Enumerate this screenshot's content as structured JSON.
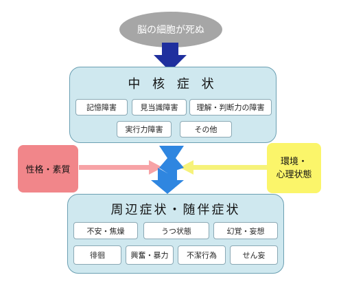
{
  "top_node": {
    "label": "脳の細胞が死ぬ"
  },
  "core_symptoms": {
    "title": "中 核 症 状",
    "items": [
      "記憶障害",
      "見当識障害",
      "理解・判断力の障害",
      "実行力障害",
      "その他"
    ]
  },
  "influences": {
    "left": {
      "label": "性格・素質"
    },
    "right": {
      "line1": "環境・",
      "line2": "心理状態"
    }
  },
  "bpsd": {
    "title": "周辺症状・随伴症状",
    "items": [
      "不安・焦燥",
      "うつ状態",
      "幻覚・妄想",
      "徘徊",
      "興奮・暴力",
      "不潔行為",
      "せん妄"
    ]
  },
  "colors": {
    "oval": "#a6a6a6",
    "down_arrow": "#1f2f9e",
    "panel": "#cfe8ef",
    "left_box": "#f1868a",
    "right_box": "#fbf56a",
    "pink_arrow": "#f7a3a6",
    "yellow_arrow": "#f6f27a",
    "blue_arrow": "#2f86e0"
  }
}
